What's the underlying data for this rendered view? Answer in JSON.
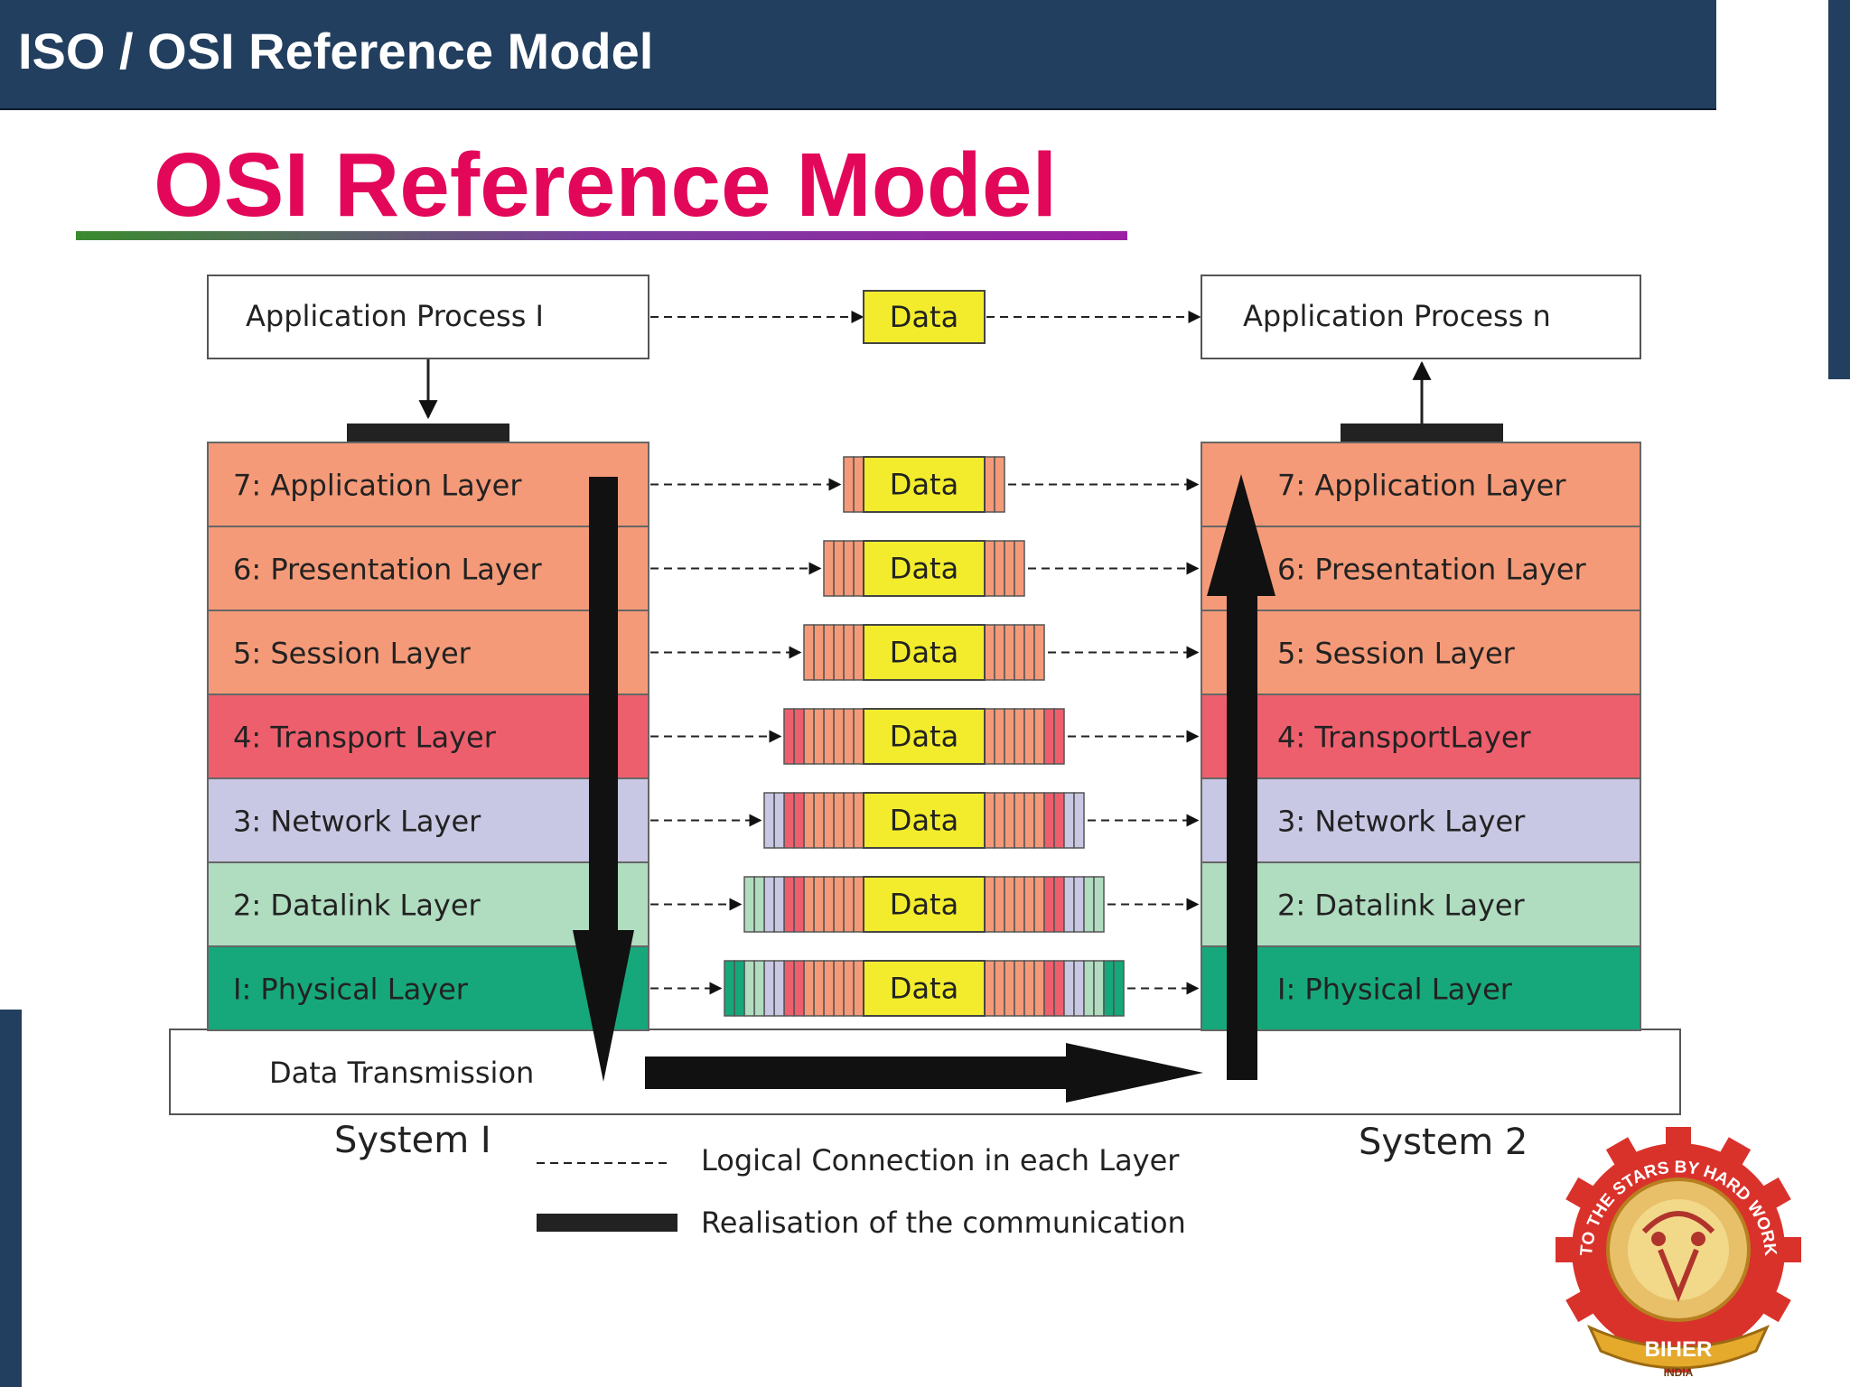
{
  "header": {
    "title": "ISO / OSI Reference Model"
  },
  "slide": {
    "title": "OSI Reference Model"
  },
  "diagram": {
    "left_process": "Application Process I",
    "right_process": "Application Process n",
    "data_label": "Data",
    "left_layers": [
      {
        "label": "7: Application Layer",
        "color": "#f59a78"
      },
      {
        "label": "6: Presentation Layer",
        "color": "#f59a78"
      },
      {
        "label": "5: Session Layer",
        "color": "#f59a78"
      },
      {
        "label": "4: Transport Layer",
        "color": "#ee5f6d"
      },
      {
        "label": "3: Network Layer",
        "color": "#c8c8e4"
      },
      {
        "label": "2: Datalink Layer",
        "color": "#b0dcc0"
      },
      {
        "label": "I: Physical Layer",
        "color": "#16a87a"
      }
    ],
    "right_layers": [
      {
        "label": "7: Application Layer"
      },
      {
        "label": "6: Presentation Layer"
      },
      {
        "label": "5: Session Layer"
      },
      {
        "label": "4: TransportLayer"
      },
      {
        "label": "3: Network Layer"
      },
      {
        "label": "2: Datalink Layer"
      },
      {
        "label": "I: Physical Layer"
      }
    ],
    "transmission_label": "Data Transmission",
    "system_left": "System I",
    "system_right": "System 2",
    "legend": {
      "dashed": "Logical Connection in each Layer",
      "solid": "Realisation of the communication"
    },
    "colors": {
      "data": "#f2ec2c",
      "border": "#555555"
    }
  },
  "logo": {
    "text": "TO THE STARS BY HARD WORK",
    "name": "BIHER",
    "sub": "INDIA"
  }
}
